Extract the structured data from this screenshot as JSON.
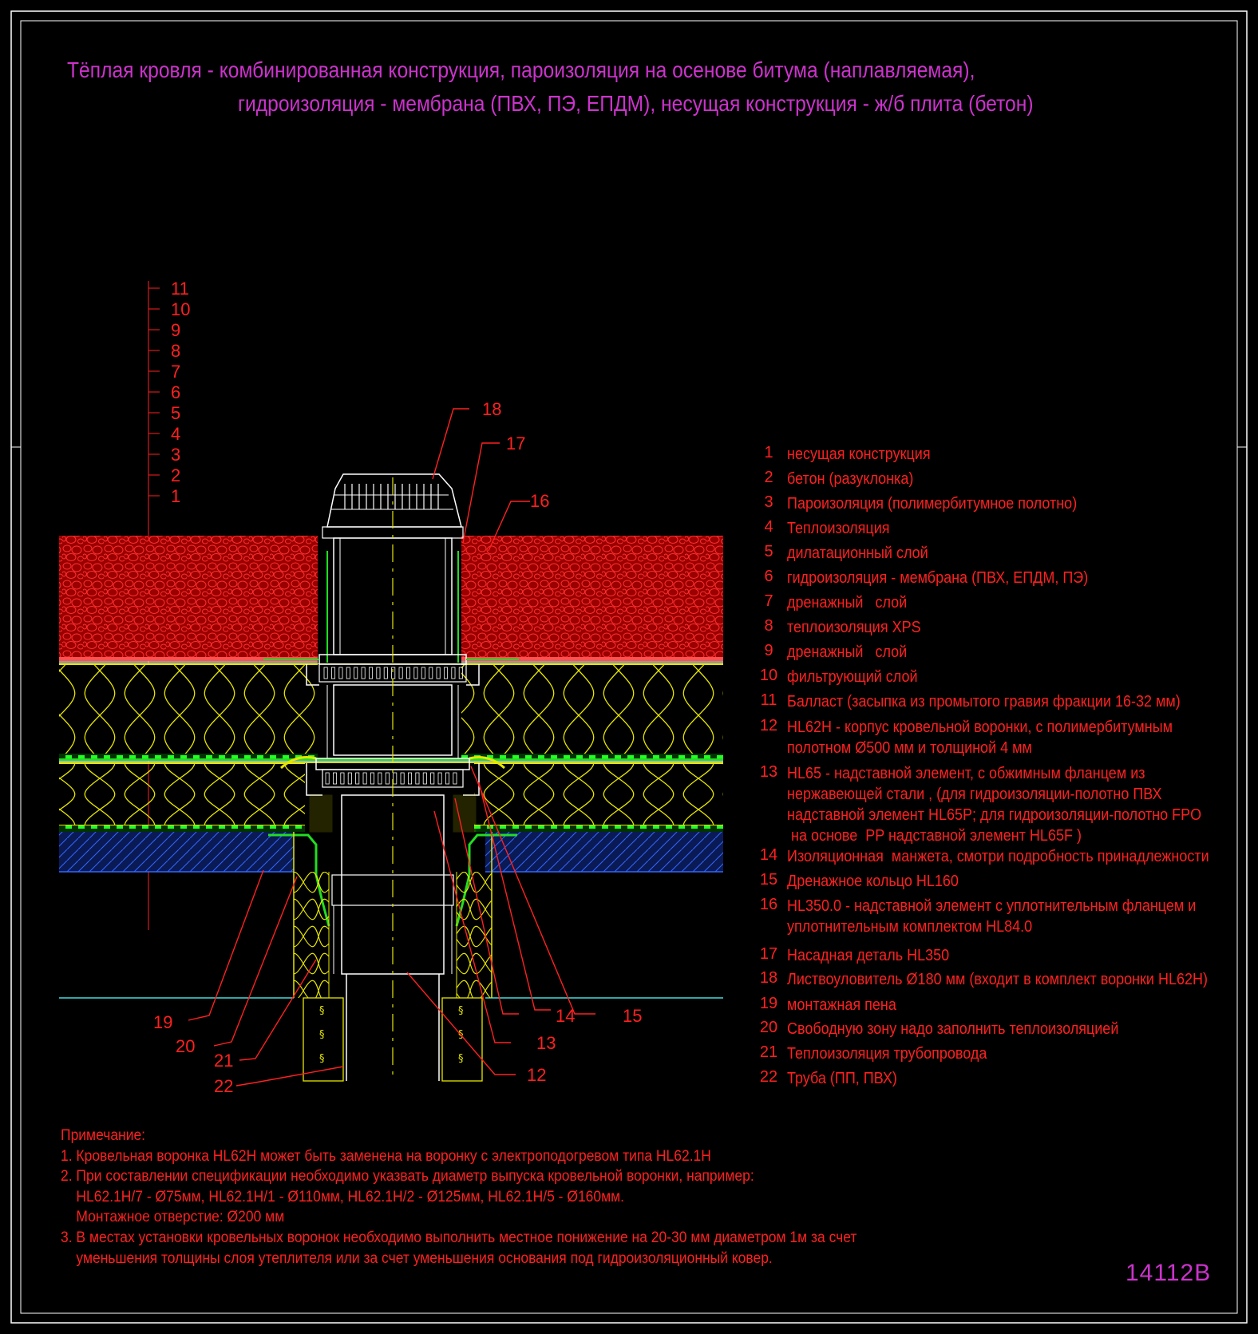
{
  "title": {
    "line1": "Тёплая кровля - комбинированная конструкция, пароизоляция на осенове битума (наплавляемая),",
    "line2": "гидроизоляция - мембрана (ПВХ, ПЭ, ЕПДМ), несущая конструкция - ж/б плита (бетон)"
  },
  "layer_scale": [
    "11",
    "10",
    "9",
    "8",
    "7",
    "6",
    "5",
    "4",
    "3",
    "2",
    "1"
  ],
  "callouts": {
    "c18": "18",
    "c17": "17",
    "c16": "16",
    "c19": "19",
    "c20": "20",
    "c21": "21",
    "c22": "22",
    "c14": "14",
    "c15": "15",
    "c13": "13",
    "c12": "12"
  },
  "legend": [
    {
      "num": "1",
      "text": "несущая конструкция"
    },
    {
      "num": "2",
      "text": "бетон (разуклонка)"
    },
    {
      "num": "3",
      "text": "Пароизоляция (полимербитумное полотно)"
    },
    {
      "num": "4",
      "text": "Теплоизоляция"
    },
    {
      "num": "5",
      "text": "дилатационный слой"
    },
    {
      "num": "6",
      "text": "гидроизоляция - мембрана (ПВХ, ЕПДМ, ПЭ)"
    },
    {
      "num": "7",
      "text": "дренажный   слой"
    },
    {
      "num": "8",
      "text": "теплоизоляция XPS"
    },
    {
      "num": "9",
      "text": "дренажный   слой"
    },
    {
      "num": "10",
      "text": "фильтрующий слой"
    },
    {
      "num": "11",
      "text": "Балласт (засыпка из промытого гравия фракции 16-32 мм)"
    },
    {
      "num": "12",
      "text": "HL62H - корпус кровельной воронки, с полимербитумным\nполотном Ø500 мм и толщиной 4 мм"
    },
    {
      "num": "13",
      "text": "HL65 - надставной элемент, с обжимным фланцем из\nнержавеющей стали , (для гидроизоляции-полотно ПВХ\nнадставной элемент HL65P; для гидроизоляции-полотно FPO\n на основе  PP надставной элемент HL65F )"
    },
    {
      "num": "14",
      "text": "Изоляционная  манжета, смотри подробность принадлежности"
    },
    {
      "num": "15",
      "text": "Дренажное кольцо HL160"
    },
    {
      "num": "16",
      "text": "HL350.0 - надставной элемент с уплотнительным фланцем и\nуплотнительным комплектом HL84.0"
    },
    {
      "num": "17",
      "text": "Насадная деталь HL350"
    },
    {
      "num": "18",
      "text": "Листвоуловитель Ø180 мм (входит в комплект воронки HL62H)"
    },
    {
      "num": "19",
      "text": "монтажная пена"
    },
    {
      "num": "20",
      "text": "Свободную зону надо заполнить теплоизоляцией"
    },
    {
      "num": "21",
      "text": "Теплоизоляция трубопровода"
    },
    {
      "num": "22",
      "text": "Труба (ПП, ПВХ)"
    }
  ],
  "notes": {
    "heading": "Примечание:",
    "n1": "1. Кровельная воронка HL62H может быть заменена на воронку с электроподогревом типа HL62.1H",
    "n2a": "2. При составлении спецификации необходимо указвать диаметр выпуска кровельной воронки, например:",
    "n2b": "    HL62.1H/7 - Ø75мм, HL62.1H/1 - Ø110мм, HL62.1H/2 - Ø125мм, HL62.1H/5 - Ø160мм.",
    "n2c": "    Монтажное отверстие: Ø200 мм",
    "n3a": "3. В местах установки кровельных воронок необходимо выполнить местное понижение на 20-30 мм диаметром 1м за счет",
    "n3b": "    уменьшения толщины слоя утеплителя или за счет уменьшения основания под гидроизоляционный ковер."
  },
  "stamp": "14112B",
  "colors": {
    "background": "#000000",
    "title": "#cc33cc",
    "text": "#ff2020",
    "gravel": "#b00000",
    "insulation": "#e6e600",
    "membrane": "#22dd22",
    "concrete": "#3355cc",
    "frame": "#ffffff"
  }
}
